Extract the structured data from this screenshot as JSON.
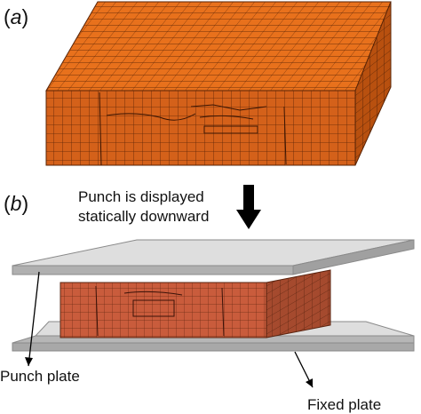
{
  "panels": {
    "a": {
      "open": "(",
      "letter": "a",
      "close": ")"
    },
    "b": {
      "open": "(",
      "letter": "b",
      "close": ")"
    }
  },
  "annotations": {
    "punch_line1": "Punch is displayed",
    "punch_line2": "statically downward",
    "punch_plate": "Punch plate",
    "fixed_plate": "Fixed plate"
  },
  "colors": {
    "mesh_top": "#e8711c",
    "mesh_front": "#d4611a",
    "mesh_side": "#b8500f",
    "mesh_line": "#5a2406",
    "specimen_front": "#c95c3c",
    "specimen_side": "#a54a2e",
    "plate_top": "#dedede",
    "plate_edge": "#a8a8a8",
    "arrow": "#000000"
  }
}
